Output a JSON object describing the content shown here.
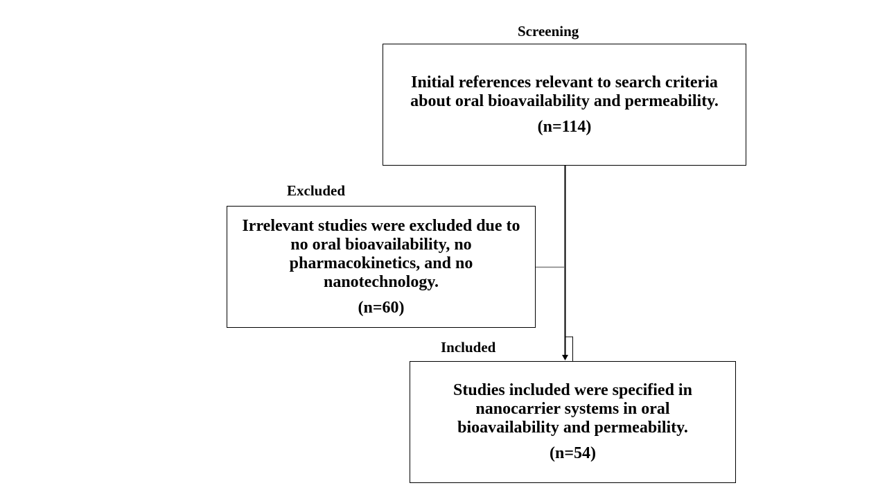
{
  "stages": {
    "screening": {
      "label": "Screening",
      "text": "Initial references relevant to search criteria about oral bioavailability and permeability.",
      "count": "(n=114)"
    },
    "excluded": {
      "label": "Excluded",
      "text": "Irrelevant studies were excluded due to no oral bioavailability, no pharmacokinetics, and no nanotechnology.",
      "count": "(n=60)"
    },
    "included": {
      "label": "Included",
      "text": "Studies included were specified in nanocarrier systems in oral bioavailability and permeability.",
      "count": "(n=54)"
    }
  }
}
